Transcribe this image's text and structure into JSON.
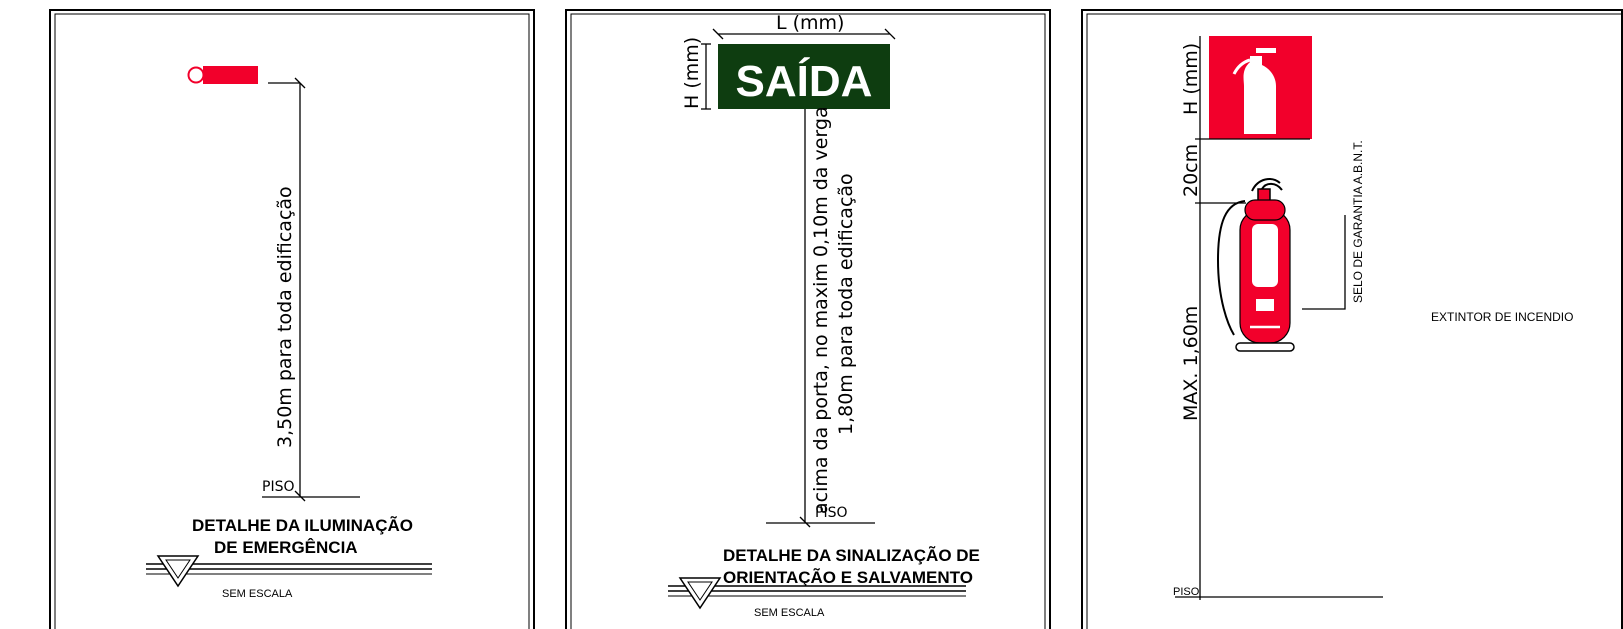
{
  "panel1": {
    "height_text": "3,50m  para  toda  edificação",
    "piso": "PISO",
    "title_line1": "DETALHE DA ILUMINAÇÃO",
    "title_line2": "DE EMERGÊNCIA",
    "scale": "SEM  ESCALA"
  },
  "panel2": {
    "width_label": "L  (mm)",
    "height_label": "H  (mm)",
    "sign_text": "SAÍDA",
    "vertical_text1": "acima  da  porta,  no  maxim  0,10m  da  verga",
    "vertical_text2": "1,80m  para  toda  edificação",
    "piso": "PISO",
    "title_line1": "DETALHE DA SINALIZAÇÃO DE",
    "title_line2": "ORIENTAÇÃO E SALVAMENTO",
    "scale": "SEM  ESCALA"
  },
  "panel3": {
    "height_label": "H  (mm)",
    "gap_label": "20cm",
    "max_label": "MAX.  1,60m",
    "seal_label": "SELO  DE  GARANTIA  A.B.N.T.",
    "extinguisher_label": "EXTINTOR  DE  INCENDIO",
    "piso": "PISO"
  },
  "colors": {
    "sign_green": "#0e3d10",
    "fire_red": "#f2002b"
  }
}
